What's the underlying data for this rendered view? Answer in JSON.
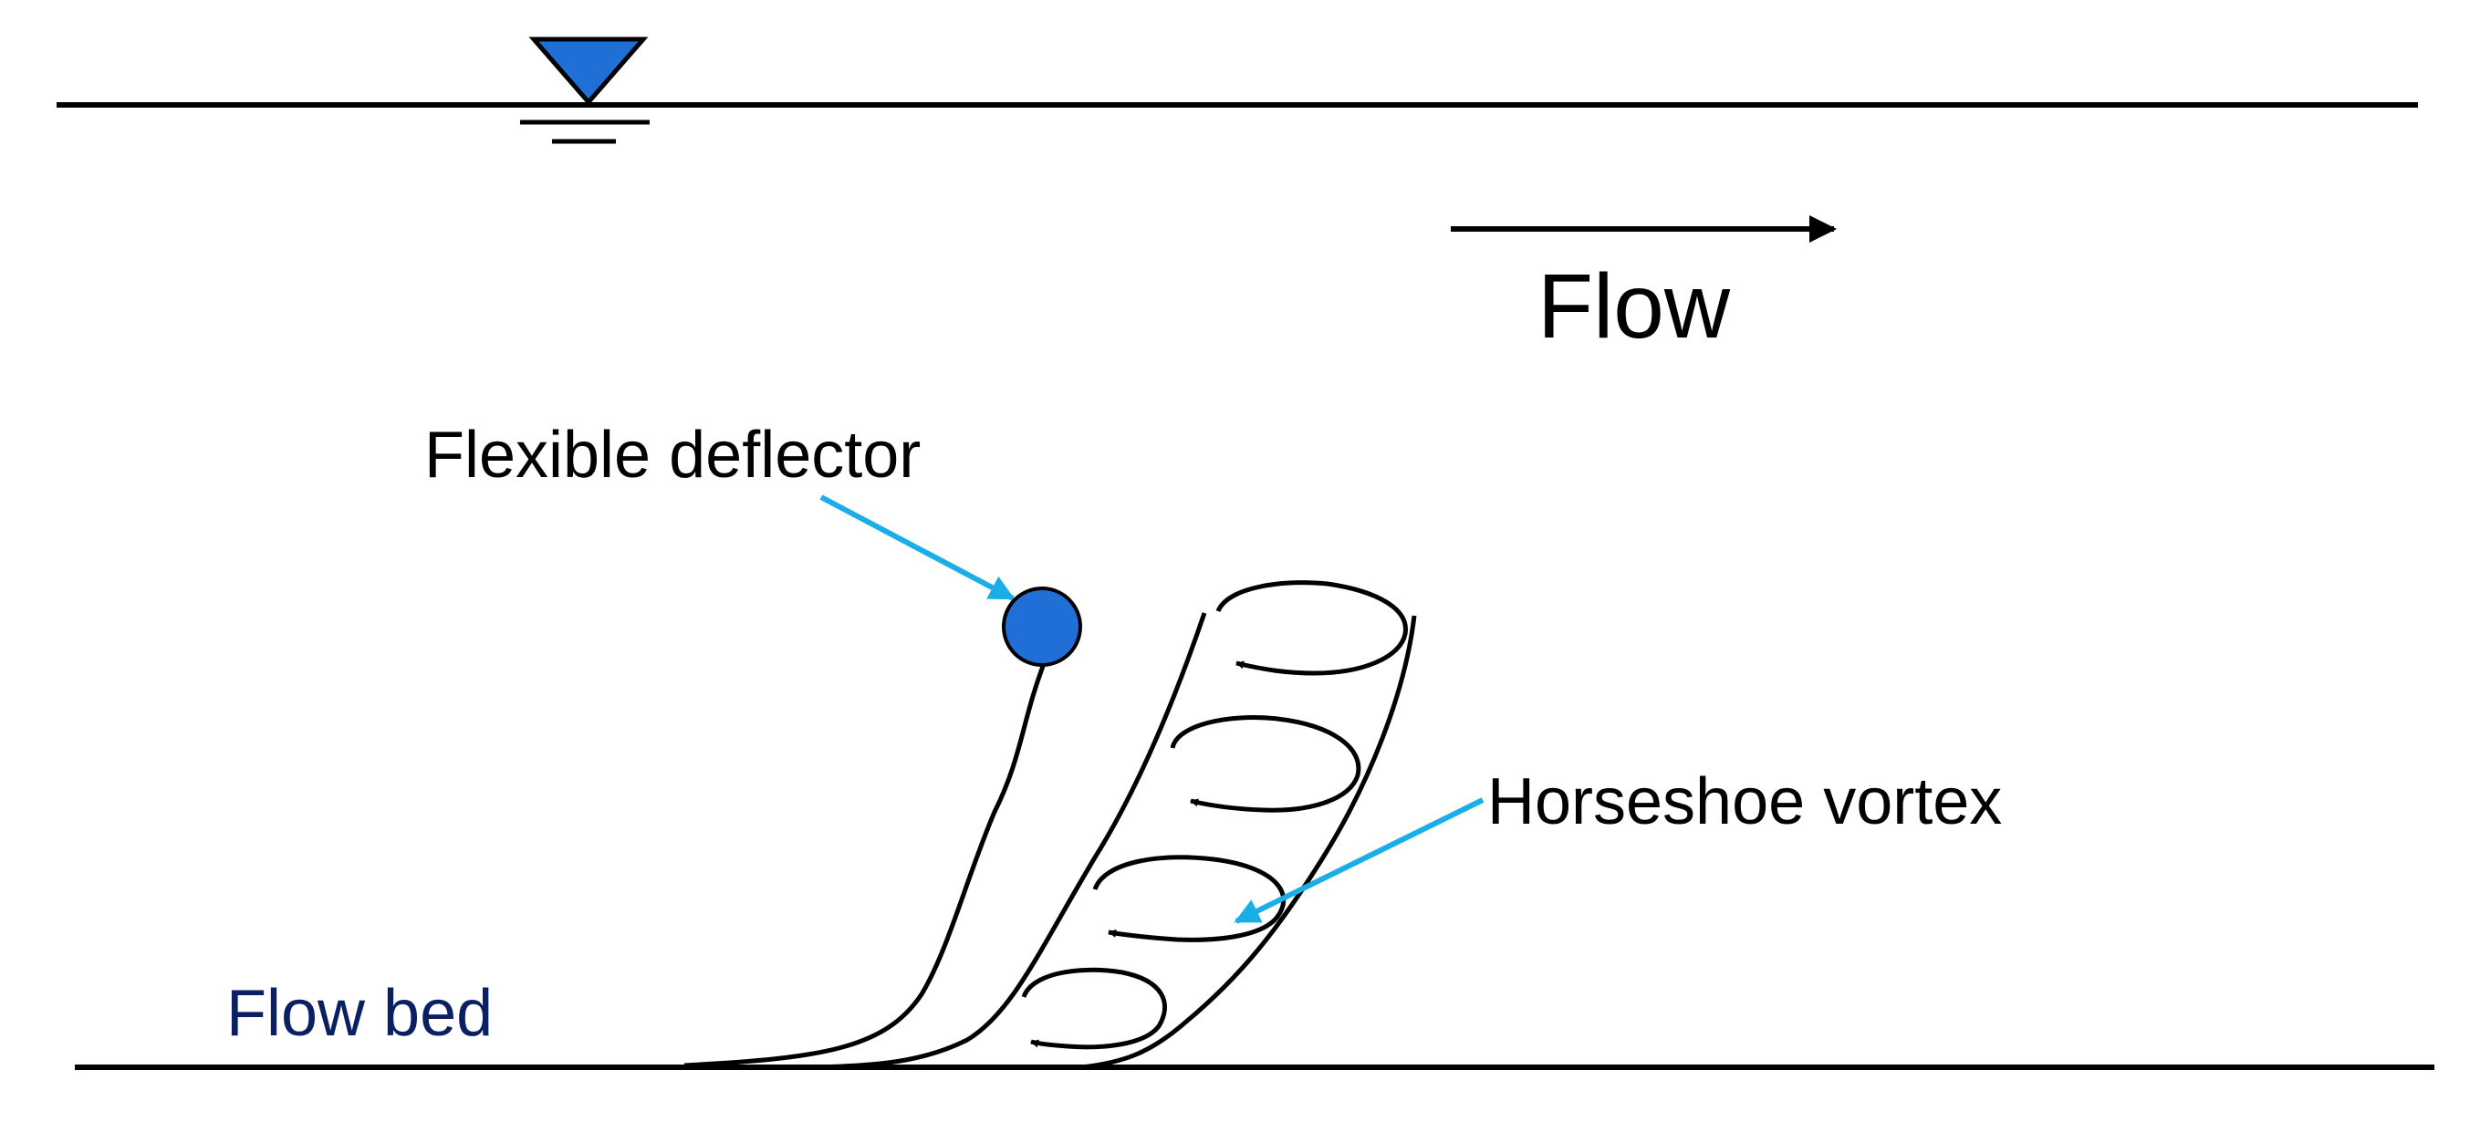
{
  "labels": {
    "flow": "Flow",
    "flexible_deflector": "Flexible deflector",
    "horseshoe_vortex": "Horseshoe vortex",
    "flow_bed": "Flow bed"
  },
  "colors": {
    "line": "#000000",
    "water_symbol": "#1f6fd6",
    "deflector": "#1f6fd6",
    "pointer": "#19aee8",
    "flow_bed_text": "#0b1f63",
    "text": "#000000"
  },
  "icons": {
    "water_surface_marker": "inverted-triangle-water-level-icon",
    "deflector_tip": "filled-circle"
  }
}
